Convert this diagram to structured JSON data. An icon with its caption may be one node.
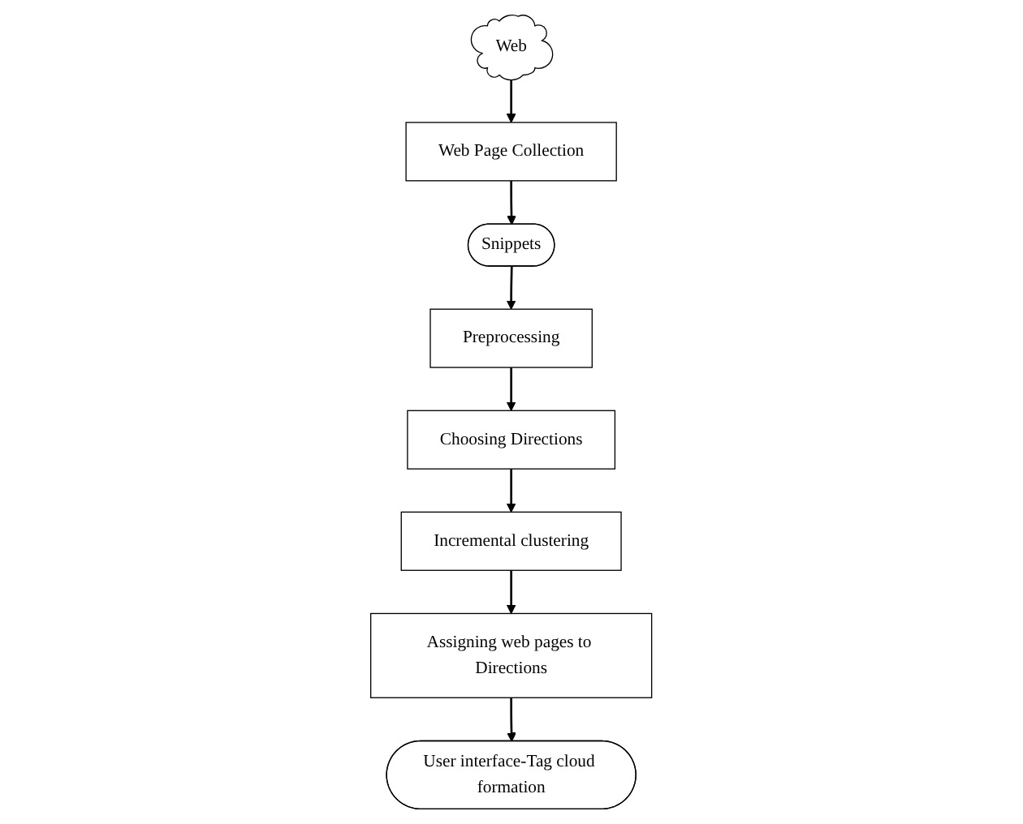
{
  "diagram": {
    "nodes": [
      {
        "text": [
          "Web"
        ]
      },
      {
        "text": [
          "Snippets"
        ]
      },
      {
        "text": [
          "Preprocessing"
        ]
      },
      {
        "text": [
          "Web Page Collection"
        ]
      },
      {
        "text": [
          "Choosing Directions"
        ]
      },
      {
        "text": [
          "Incremental clustering"
        ]
      },
      {
        "text": [
          "Assigning web pages to Directions"
        ]
      },
      {
        "text": [
          "User interface-Tag cloud formation"
        ]
      }
    ],
    "edges": [
      {
        "from": 0,
        "to": 3,
        "arrow": "to"
      },
      {
        "from": 3,
        "to": 1,
        "arrow": "to"
      },
      {
        "from": 1,
        "to": 2,
        "arrow": "to"
      },
      {
        "from": 2,
        "to": 4,
        "arrow": "to"
      },
      {
        "from": 4,
        "to": 5,
        "arrow": "to"
      },
      {
        "from": 5,
        "to": 6,
        "arrow": "to"
      },
      {
        "from": 6,
        "to": 7,
        "arrow": "to"
      }
    ]
  }
}
